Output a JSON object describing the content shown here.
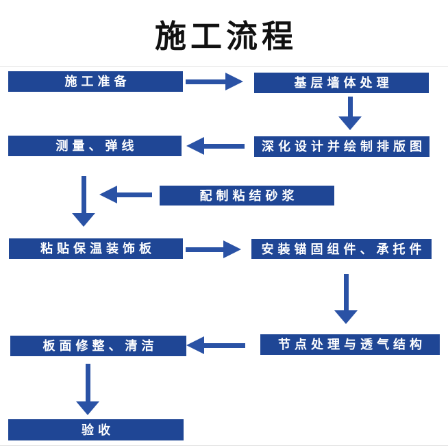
{
  "title": "施工流程",
  "colors": {
    "box_fill": "#1f4695",
    "arrow_fill": "#2a52a5",
    "box_text": "#ffffff",
    "title_text": "#111111"
  },
  "flowchart": {
    "nodes": [
      {
        "id": "construction-preparation",
        "label": "施工准备"
      },
      {
        "id": "base-wall-treatment",
        "label": "基层墙体处理"
      },
      {
        "id": "detailed-design-layout",
        "label": "深化设计并绘制排版图"
      },
      {
        "id": "measure-snap-lines",
        "label": "测量、弹线"
      },
      {
        "id": "prepare-bonding-mortar",
        "label": "配制粘结砂浆"
      },
      {
        "id": "paste-insulation-board",
        "label": "粘贴保温装饰板"
      },
      {
        "id": "install-anchor-components",
        "label": "安装锚固组件、承托件"
      },
      {
        "id": "joint-treatment-ventilation",
        "label": "节点处理与透气结构"
      },
      {
        "id": "surface-repair-cleaning",
        "label": "板面修整、清洁"
      },
      {
        "id": "acceptance",
        "label": "验收"
      }
    ],
    "edges": [
      {
        "from": "施工准备",
        "to": "基层墙体处理",
        "direction": "right"
      },
      {
        "from": "基层墙体处理",
        "to": "深化设计并绘制排版图",
        "direction": "down"
      },
      {
        "from": "深化设计并绘制排版图",
        "to": "测量、弹线",
        "direction": "left"
      },
      {
        "from": "测量、弹线",
        "to": "粘贴保温装饰板",
        "direction": "down"
      },
      {
        "from": "配制粘结砂浆",
        "to": "测量、弹线 → 粘贴保温装饰板",
        "direction": "left-merge"
      },
      {
        "from": "粘贴保温装饰板",
        "to": "安装锚固组件、承托件",
        "direction": "right"
      },
      {
        "from": "安装锚固组件、承托件",
        "to": "节点处理与透气结构",
        "direction": "down"
      },
      {
        "from": "节点处理与透气结构",
        "to": "板面修整、清洁",
        "direction": "left"
      },
      {
        "from": "板面修整、清洁",
        "to": "验收",
        "direction": "down"
      }
    ]
  }
}
